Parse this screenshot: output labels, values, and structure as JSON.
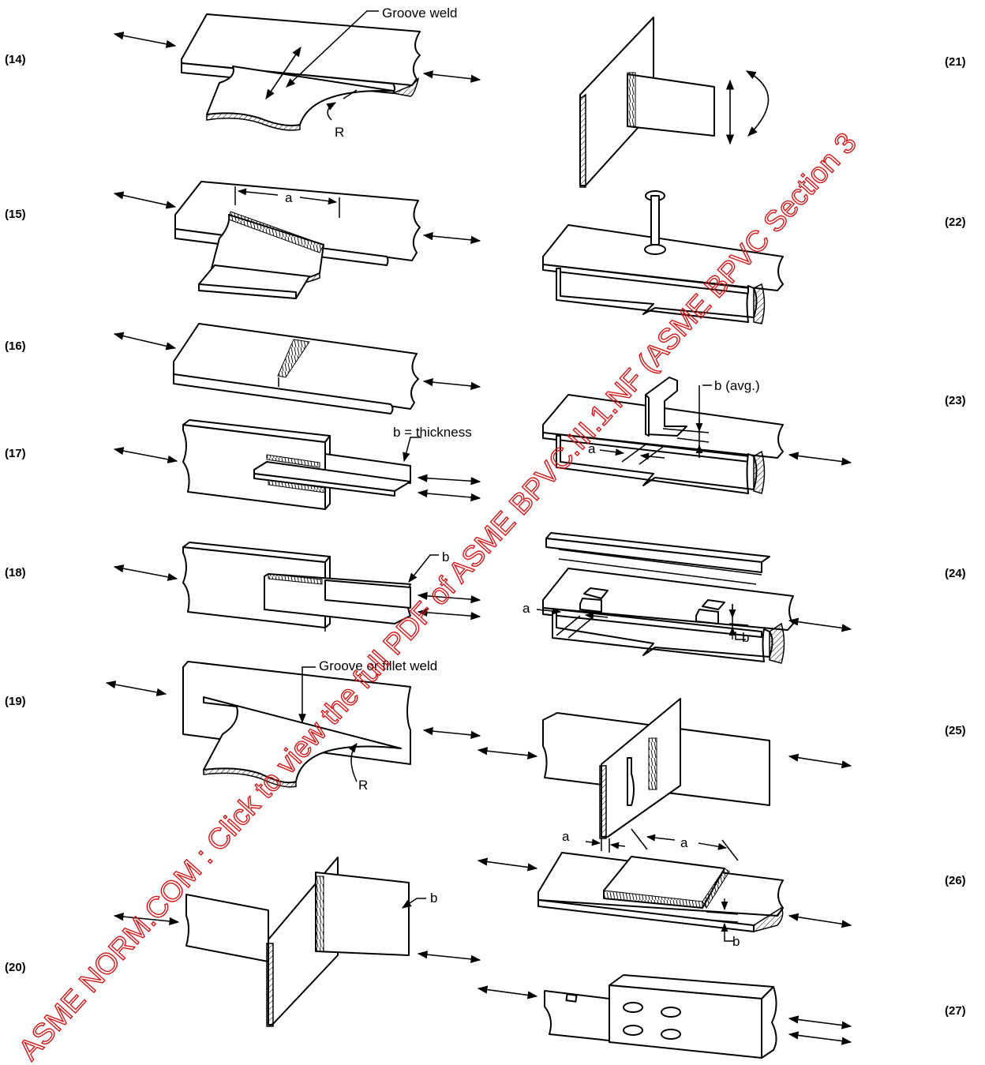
{
  "figure_numbers": {
    "f14": "(14)",
    "f15": "(15)",
    "f16": "(16)",
    "f17": "(17)",
    "f18": "(18)",
    "f19": "(19)",
    "f20": "(20)",
    "f21": "(21)",
    "f22": "(22)",
    "f23": "(23)",
    "f24": "(24)",
    "f25": "(25)",
    "f26": "(26)",
    "f27": "(27)"
  },
  "labels": {
    "groove_weld": "Groove weld",
    "groove_or_fillet_weld": "Groove or fillet weld",
    "b_thickness": "b = thickness",
    "b_avg": "b (avg.)",
    "a": "a",
    "b": "b",
    "r": "R"
  },
  "watermark": {
    "text": "ASME NORM.COM : Click to view the full PDF of ASME BPVC.III.1.NF (ASME BPVC Section 3",
    "color": "#d01818"
  }
}
